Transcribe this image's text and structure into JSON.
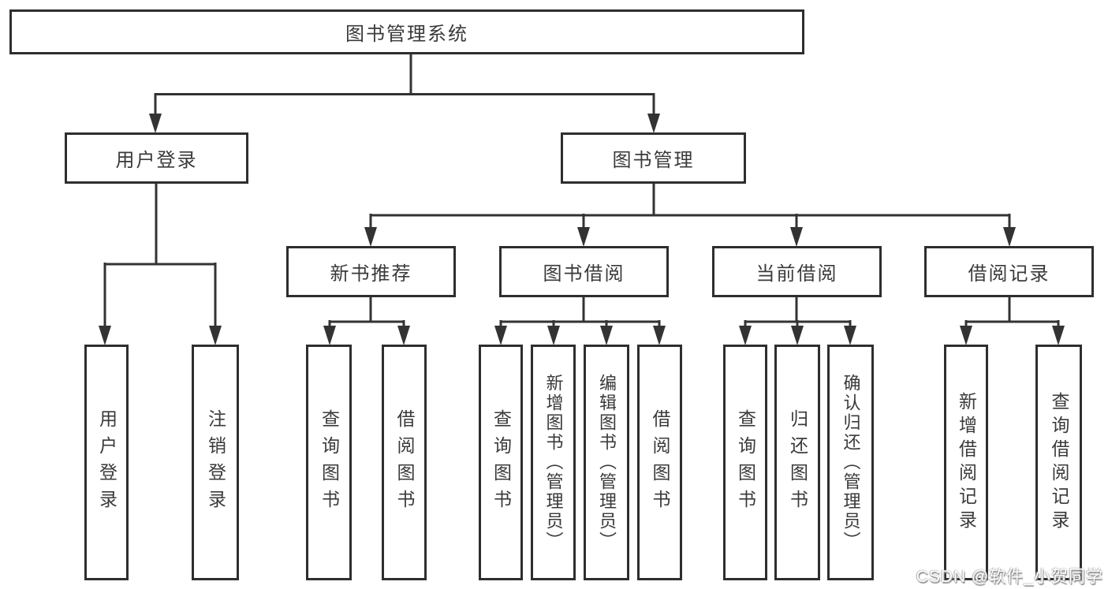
{
  "diagram": {
    "title": "图书管理系统",
    "root": {
      "label": "图书管理系统"
    },
    "level2": [
      {
        "label": "用户登录"
      },
      {
        "label": "图书管理"
      }
    ],
    "level3": [
      {
        "label": "新书推荐"
      },
      {
        "label": "图书借阅"
      },
      {
        "label": "当前借阅"
      },
      {
        "label": "借阅记录"
      }
    ],
    "leaves": {
      "user_login": [
        "用户登录",
        "注销登录"
      ],
      "new_book": [
        "查询图书",
        "借阅图书"
      ],
      "book_borrow": [
        "查询图书",
        "新增图书（管理员）",
        "编辑图书（管理员）",
        "借阅图书"
      ],
      "current_borrow": [
        "查询图书",
        "归还图书",
        "确认归还（管理员）"
      ],
      "borrow_record": [
        "新增借阅记录",
        "查询借阅记录"
      ]
    },
    "watermark": "CSDN @软件_小贺同学",
    "colors": {
      "line": "#333333",
      "border": "#2e2e2e",
      "text": "#3a3a3a",
      "background": "#ffffff",
      "watermark_fill": "#fdfdfd",
      "watermark_shadow": "#8e8e8e"
    }
  }
}
